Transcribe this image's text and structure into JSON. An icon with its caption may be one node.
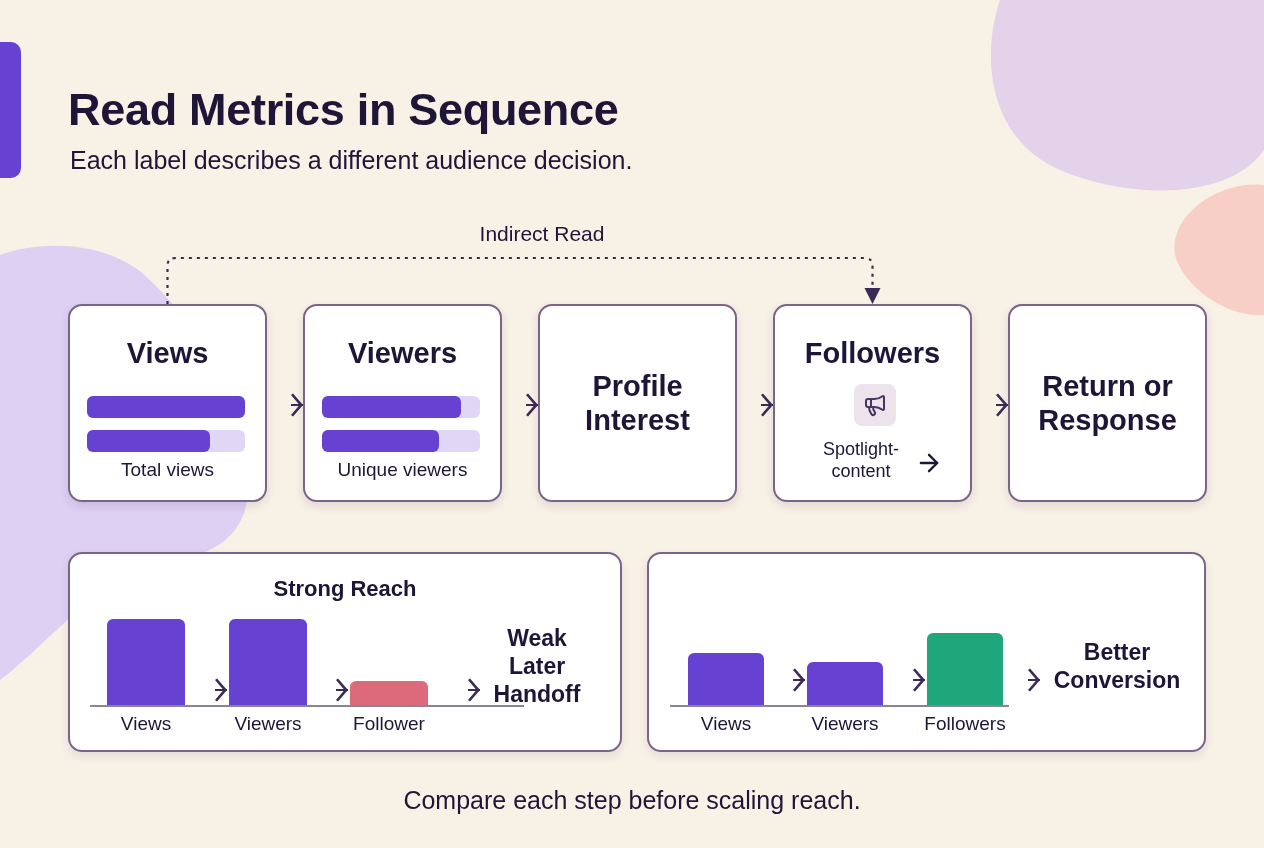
{
  "diagram": {
    "title": "Read Metrics in Sequence",
    "caption": "Compare each step before scaling reach.",
    "nodes": [
      {
        "text": [
          "Views",
          "Total views"
        ]
      },
      {
        "text": [
          "Viewers",
          "Unique viewers"
        ]
      },
      {
        "text": [
          "Profile Interest"
        ]
      },
      {
        "text": [
          "Followers",
          "Spotlight-content"
        ]
      },
      {
        "text": [
          "Return or Response"
        ]
      },
      {
        "text": [
          "Strong Reach"
        ]
      },
      {
        "text": [],
        "shape": "bar",
        "in": 5,
        "beside": [
          "Views"
        ]
      },
      {
        "text": [],
        "shape": "bar",
        "in": 5,
        "beside": [
          "Viewers"
        ]
      },
      {
        "text": [],
        "shape": "bar",
        "in": 5,
        "beside": [
          "Follower"
        ]
      },
      {
        "text": [
          "Weak Later Handoff"
        ],
        "in": 5
      },
      {
        "text": [],
        "shape": "box"
      },
      {
        "text": [],
        "shape": "bar",
        "in": 10,
        "beside": [
          "Views"
        ]
      },
      {
        "text": [],
        "shape": "bar",
        "in": 10,
        "beside": [
          "Viewers"
        ]
      },
      {
        "text": [],
        "shape": "bar",
        "in": 10,
        "beside": [
          "Followers"
        ]
      },
      {
        "text": [
          "Better Conversion"
        ],
        "in": 10
      }
    ],
    "edges": [
      {
        "from": 0,
        "to": 1,
        "arrow": "to"
      },
      {
        "from": 1,
        "to": 2,
        "arrow": "to"
      },
      {
        "from": 2,
        "to": 3,
        "arrow": "to"
      },
      {
        "from": 3,
        "to": 4,
        "arrow": "to"
      },
      {
        "from": 0,
        "to": 3,
        "arrow": "to",
        "style": "dashed",
        "label": "Indirect Read"
      },
      {
        "from": 6,
        "to": 7,
        "arrow": "to"
      },
      {
        "from": 7,
        "to": 8,
        "arrow": "to"
      },
      {
        "from": 8,
        "to": 9,
        "arrow": "to"
      },
      {
        "from": 11,
        "to": 12,
        "arrow": "to"
      },
      {
        "from": 12,
        "to": 13,
        "arrow": "to"
      },
      {
        "from": 13,
        "to": 14,
        "arrow": "to"
      }
    ],
    "labels": [
      "Each label describes a different audience decision."
    ]
  }
}
